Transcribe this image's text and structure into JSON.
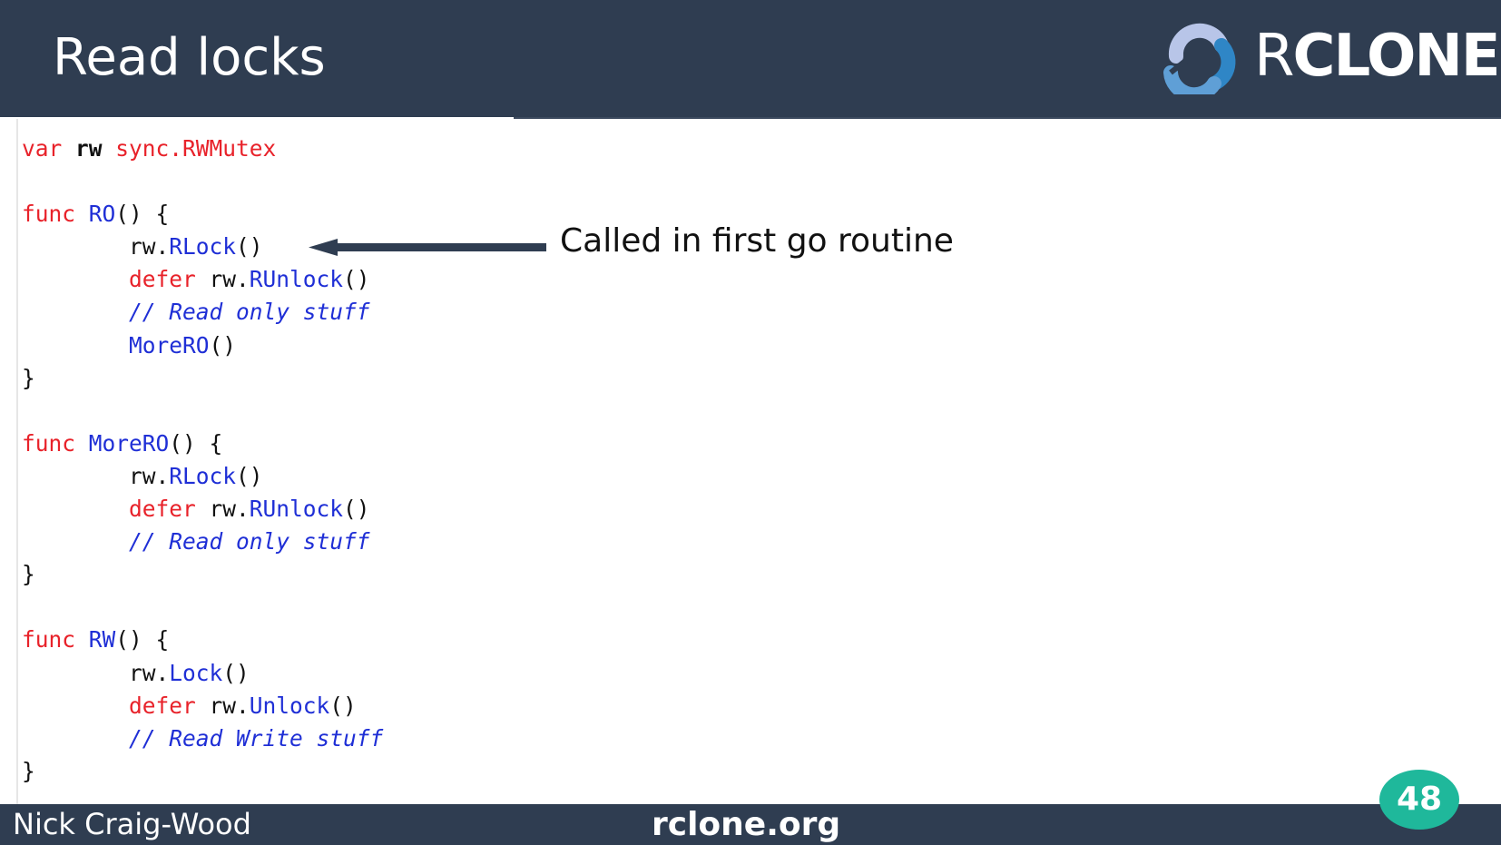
{
  "slide": {
    "title": "Read locks",
    "logo_text_r": "R",
    "logo_text_rest": "CLONE",
    "annotation": "Called in first go routine",
    "author": "Nick Craig-Wood",
    "site": "rclone.org",
    "page_number": "48"
  },
  "code": {
    "l1": {
      "a": "var ",
      "b": "rw",
      "c": " sync.RWMutex"
    },
    "l3": {
      "a": "func ",
      "b": "RO",
      "c": "() {"
    },
    "l4": {
      "a": "        rw.",
      "b": "RLock",
      "c": "()"
    },
    "l5": {
      "a": "        defer",
      "b": " rw.",
      "c": "RUnlock",
      "d": "()"
    },
    "l6": {
      "a": "        // Read only stuff"
    },
    "l7": {
      "a": "        ",
      "b": "MoreRO",
      "c": "()"
    },
    "l8": {
      "a": "}"
    },
    "l10": {
      "a": "func ",
      "b": "MoreRO",
      "c": "() {"
    },
    "l11": {
      "a": "        rw.",
      "b": "RLock",
      "c": "()"
    },
    "l12": {
      "a": "        defer",
      "b": " rw.",
      "c": "RUnlock",
      "d": "()"
    },
    "l13": {
      "a": "        // Read only stuff"
    },
    "l14": {
      "a": "}"
    },
    "l16": {
      "a": "func ",
      "b": "RW",
      "c": "() {"
    },
    "l17": {
      "a": "        rw.",
      "b": "Lock",
      "c": "()"
    },
    "l18": {
      "a": "        defer",
      "b": " rw.",
      "c": "Unlock",
      "d": "()"
    },
    "l19": {
      "a": "        // Read Write stuff"
    },
    "l20": {
      "a": "}"
    }
  },
  "colors": {
    "header_bg": "#2f3d51",
    "keyword": "#e8222a",
    "identifier": "#1f2fd6",
    "badge": "#1fb89b"
  },
  "icons": {
    "logo": "rclone-logo-icon",
    "annotation_arrow": "left-arrow-icon"
  }
}
